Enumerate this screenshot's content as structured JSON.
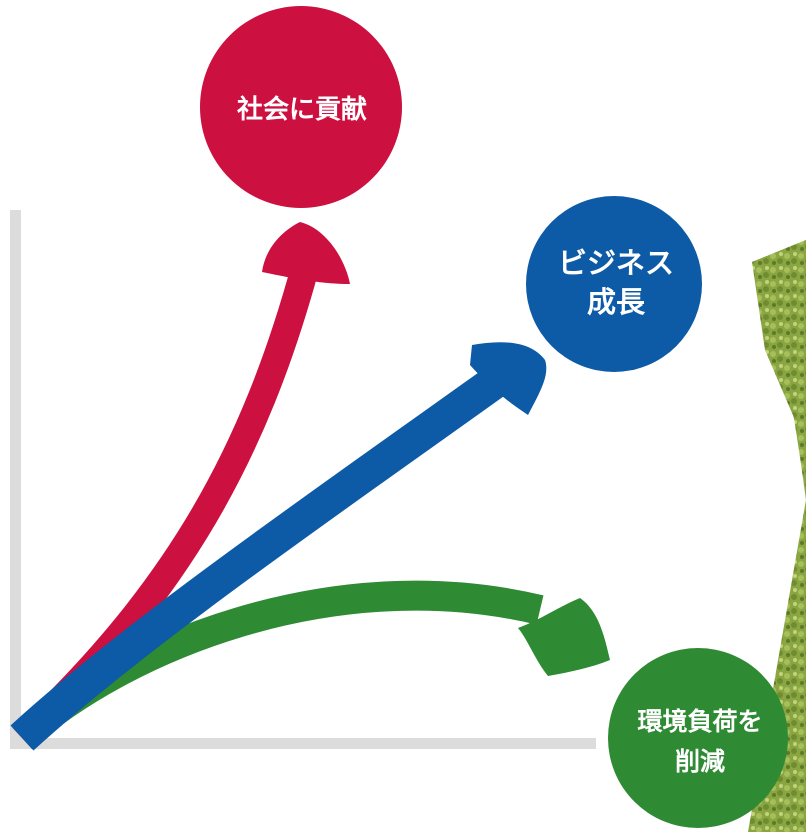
{
  "diagram": {
    "nodes": {
      "social": {
        "lines": [
          "社会に貢献"
        ],
        "color": "#cc1040"
      },
      "business": {
        "lines": [
          "ビジネス",
          "成長"
        ],
        "color": "#0d5aa6"
      },
      "environment": {
        "lines": [
          "環境負荷を",
          "削減"
        ],
        "color": "#2e8a33"
      }
    },
    "axis_color": "#dcdcdc",
    "photo_color": "#8aa642"
  }
}
